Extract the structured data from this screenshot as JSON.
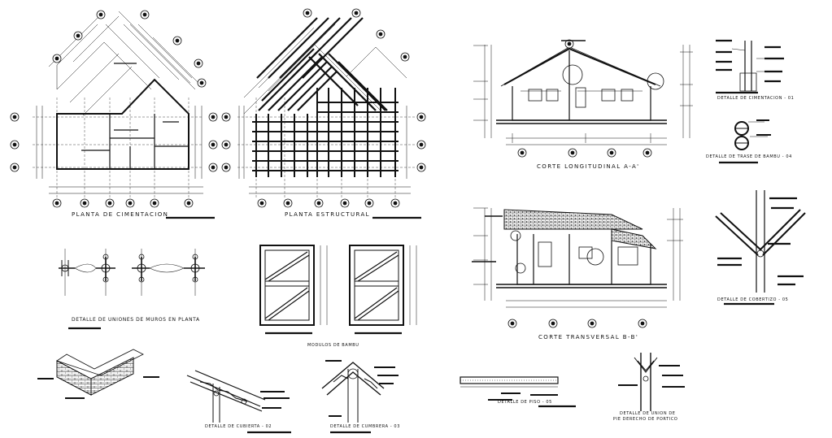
{
  "labels": {
    "planta_cimentacion": "PLANTA DE CIMENTACION",
    "planta_estructural": "PLANTA ESTRUCTURAL",
    "corte_longitudinal": "CORTE LONGITUDINAL A-A'",
    "corte_transversal": "CORTE TRANSVERSAL B-B'",
    "detalle_cimentacion": "DETALLE DE CIMENTACION - 01",
    "detalle_traslape": "DETALLE DE TRASE DE BAMBU - 04",
    "detalle_uniones_muros": "DETALLE DE UNIONES DE MUROS EN PLANTA",
    "modulos_bambu": "MODULOS DE BAMBU",
    "detalle_cobertizo": "DETALLE DE COBERTIZO - 05",
    "detalle_cubierta": "DETALLE DE CUBIERTA - 02",
    "detalle_cumbrera": "DETALLE DE CUMBRERA - 03",
    "detalle_piso": "DETALLE DE PISO - 05",
    "detalle_union_line1": "DETALLE DE UNION DE",
    "detalle_union_line2": "PIE DERECHO DE PORTICO"
  },
  "colors": {
    "ink": "#111111",
    "paper": "#ffffff"
  }
}
